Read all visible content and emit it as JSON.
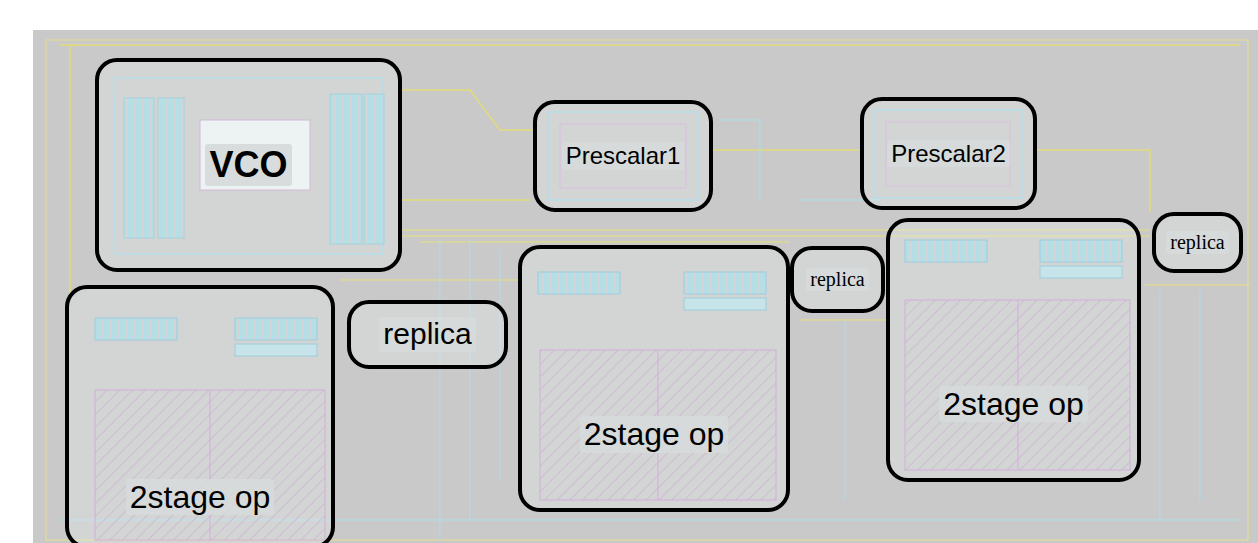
{
  "diagram": {
    "nodes": [
      {
        "text": [
          "VCO"
        ]
      },
      {
        "text": [
          "Prescalar1"
        ]
      },
      {
        "text": [
          "Prescalar2"
        ]
      },
      {
        "text": [
          "2stage op"
        ]
      },
      {
        "text": [
          "replica"
        ]
      },
      {
        "text": [
          "2stage op"
        ]
      },
      {
        "text": [
          "replica"
        ]
      },
      {
        "text": [
          "2stage op"
        ]
      },
      {
        "text": [
          "replica"
        ]
      }
    ]
  }
}
